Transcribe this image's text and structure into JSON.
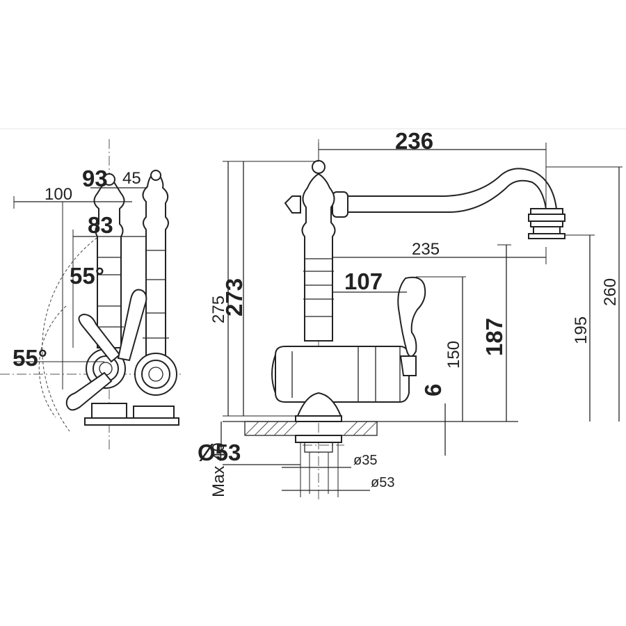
{
  "dimensions": {
    "side_view": {
      "d_93": "93",
      "d_45": "45",
      "d_100": "100",
      "d_83": "83",
      "angle_top": "55°",
      "angle_left": "55°"
    },
    "front_view": {
      "d_236": "236",
      "d_235": "235",
      "d_107": "107",
      "d_275": "275",
      "d_273": "273",
      "d_187": "187",
      "d_150": "150",
      "d_6": "6",
      "d_195": "195",
      "d_260": "260",
      "max_40": "Max 40",
      "dia_53_big": "Ø53",
      "dia_35": "ø35",
      "dia_53": "ø53"
    }
  },
  "colors": {
    "ink": "#222222",
    "background": "#ffffff"
  }
}
